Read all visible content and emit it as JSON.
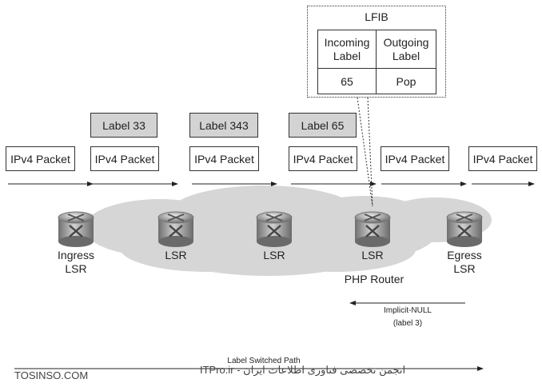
{
  "lfib": {
    "title": "LFIB",
    "headers": [
      "Incoming\nLabel",
      "Outgoing\nLabel"
    ],
    "row": [
      "65",
      "Pop"
    ]
  },
  "labels": [
    "Label 33",
    "Label 343",
    "Label 65"
  ],
  "packets": [
    "IPv4 Packet",
    "IPv4 Packet",
    "IPv4 Packet",
    "IPv4 Packet",
    "IPv4 Packet",
    "IPv4 Packet"
  ],
  "nodes": {
    "ingress": "Ingress\nLSR",
    "lsr1": "LSR",
    "lsr2": "LSR",
    "lsr3": "LSR",
    "egress": "Egress\nLSR"
  },
  "php_router": "PHP Router",
  "implicit_null": {
    "line1": "Implicit-NULL",
    "line2": "(label 3)"
  },
  "lsp": "Label Switched Path",
  "watermark": {
    "left": "TOSINSO.COM",
    "right": "ITPro.ir - انجمن تخصصی فناوری اطلاعات ایران"
  }
}
